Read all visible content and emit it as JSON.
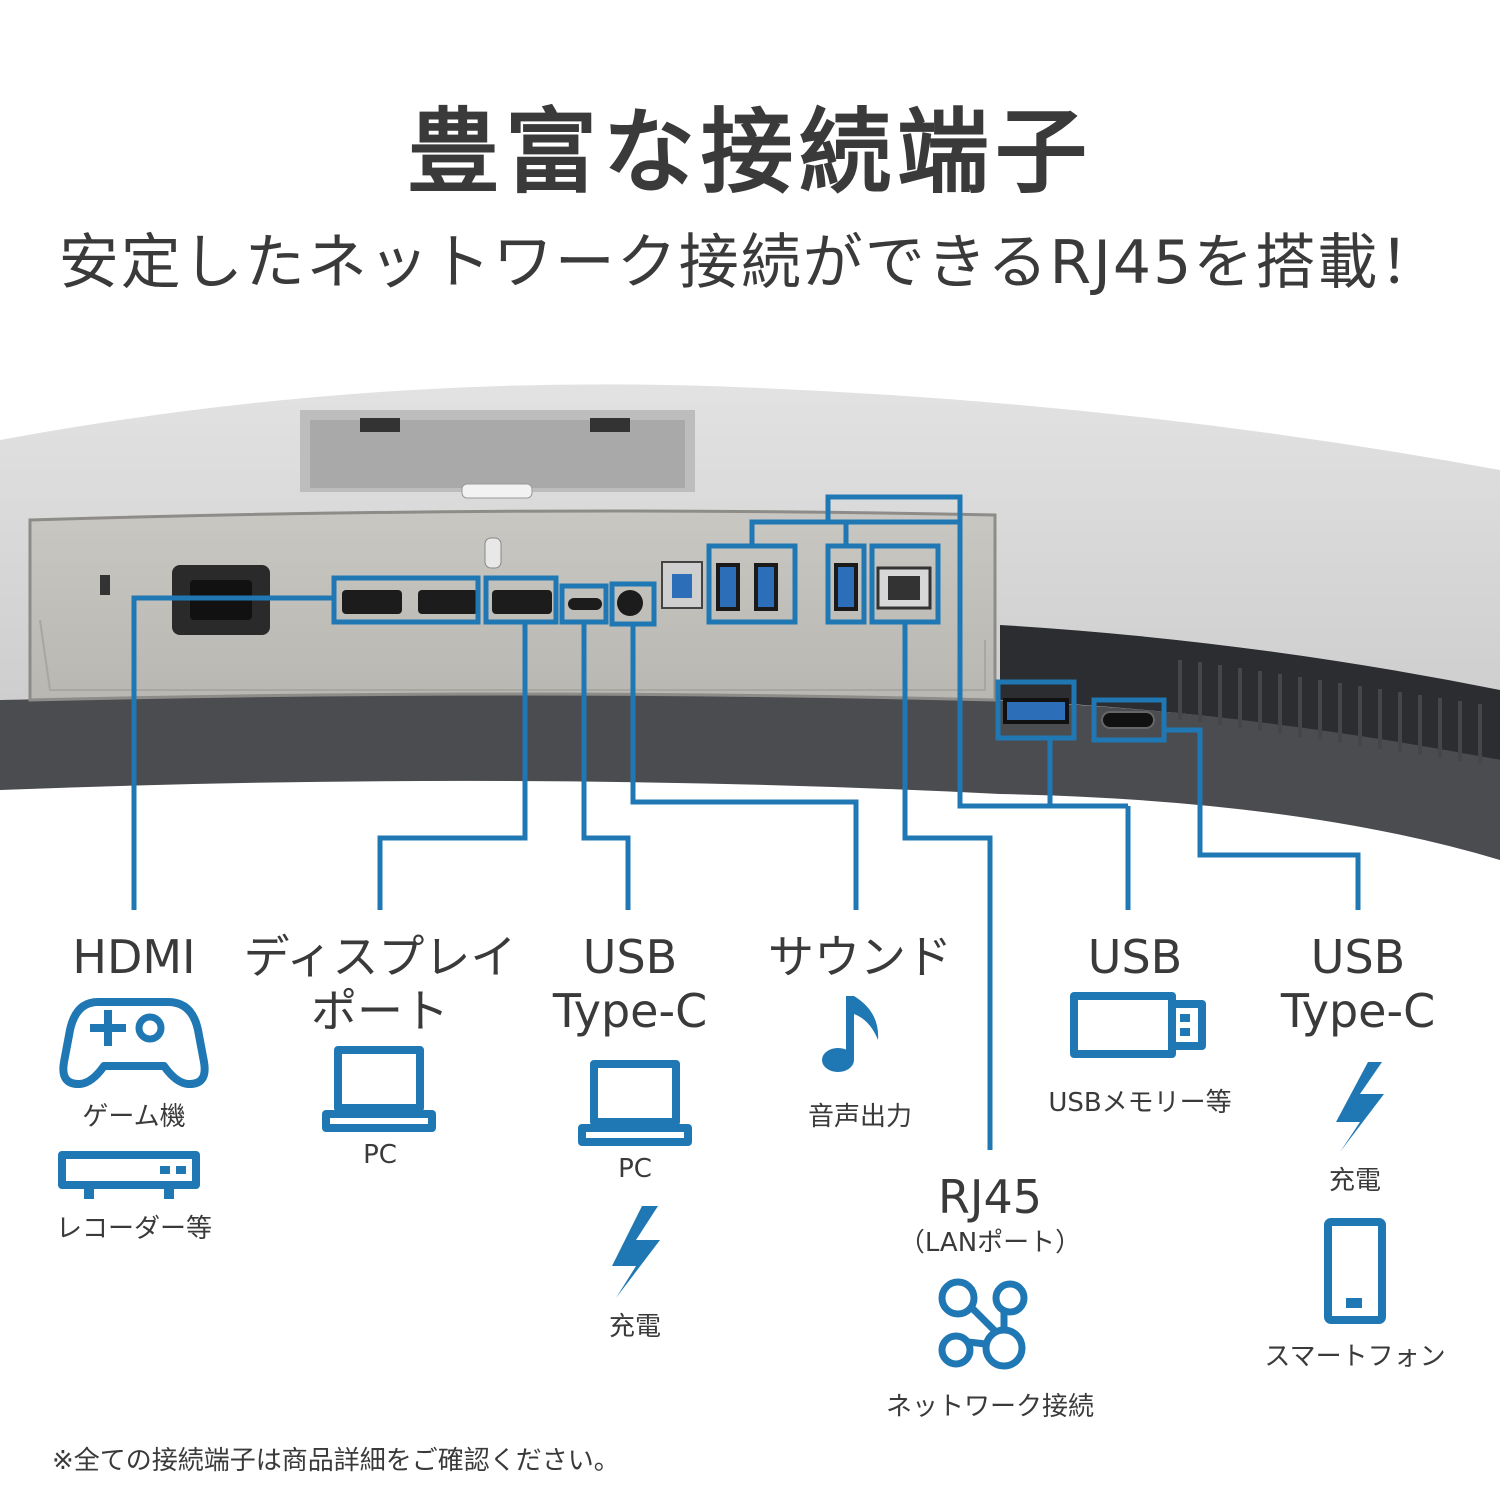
{
  "title": "豊富な接続端子",
  "subtitle": "安定したネットワーク接続ができるRJ45を搭載！",
  "accent_color": "#1f78b4",
  "ports": {
    "hdmi": {
      "name": "HDMI",
      "sub1": "ゲーム機",
      "sub2": "レコーダー等",
      "icons": [
        "gamepad-icon",
        "recorder-icon"
      ]
    },
    "displayport": {
      "name_line1": "ディスプレイ",
      "name_line2": "ポート",
      "sub1": "PC",
      "icons": [
        "laptop-icon"
      ]
    },
    "usbc_left": {
      "name_line1": "USB",
      "name_line2": "Type-C",
      "sub1": "PC",
      "sub2": "充電",
      "icons": [
        "laptop-icon",
        "lightning-icon"
      ]
    },
    "sound": {
      "name": "サウンド",
      "sub1": "音声出力",
      "icons": [
        "music-note-icon"
      ]
    },
    "rj45": {
      "name": "RJ45",
      "name_sub": "（LANポート）",
      "sub1": "ネットワーク接続",
      "icons": [
        "network-icon"
      ]
    },
    "usb": {
      "name": "USB",
      "sub1": "USBメモリー等",
      "icons": [
        "usb-stick-icon"
      ]
    },
    "usbc_right": {
      "name_line1": "USB",
      "name_line2": "Type-C",
      "sub1": "充電",
      "sub2": "スマートフォン",
      "icons": [
        "lightning-icon",
        "smartphone-icon"
      ]
    }
  },
  "footnote": "※全ての接続端子は商品詳細をご確認ください。"
}
